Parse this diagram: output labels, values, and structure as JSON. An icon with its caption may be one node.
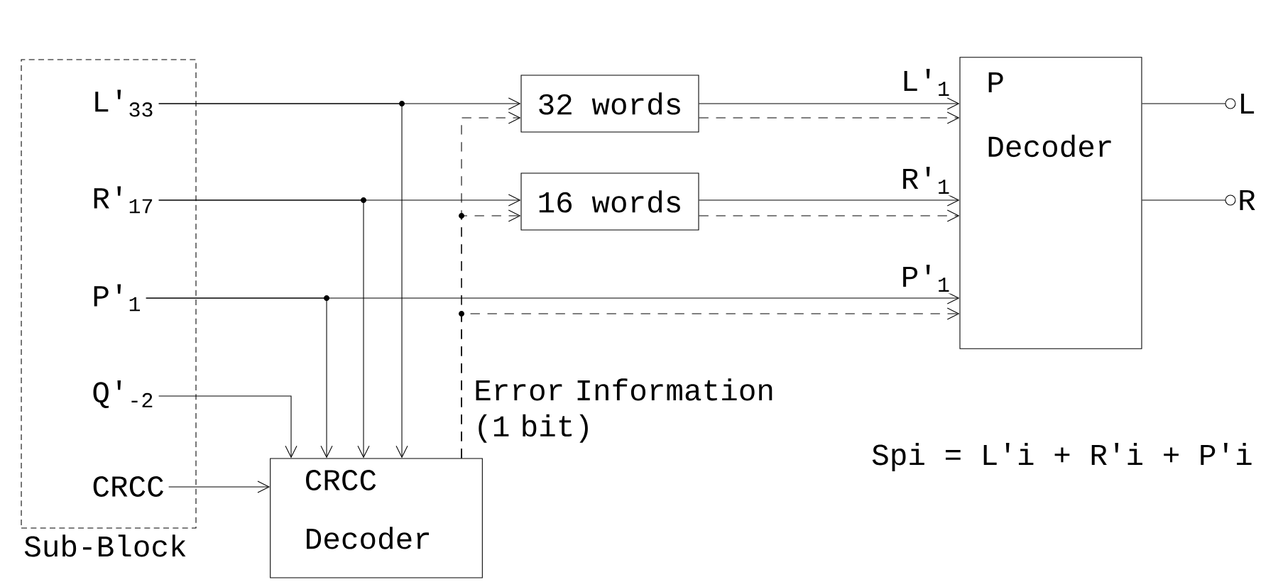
{
  "diagram": {
    "nodes": [
      {
        "text": [
          "Sub-Block"
        ]
      },
      {
        "text": [
          "L′$_{33}$"
        ],
        "in": 0
      },
      {
        "text": [
          "R′$_{17}$"
        ],
        "in": 0
      },
      {
        "text": [
          "P′$_{1}$"
        ],
        "in": 0
      },
      {
        "text": [
          "Q′$_{-2}$"
        ],
        "in": 0
      },
      {
        "text": [
          "CRCC"
        ],
        "in": 0
      },
      {
        "text": [
          "CRCC Decoder"
        ]
      },
      {
        "text": [
          "32 words"
        ]
      },
      {
        "text": [
          "16 words"
        ]
      },
      {
        "text": [
          "P Decoder"
        ]
      },
      {
        "text": [
          "L"
        ]
      },
      {
        "text": [
          "R"
        ]
      }
    ],
    "edges": [
      {
        "from": 1,
        "to": 7,
        "arrow": "to"
      },
      {
        "from": 1,
        "to": 6,
        "arrow": "to"
      },
      {
        "from": 2,
        "to": 8,
        "arrow": "to"
      },
      {
        "from": 2,
        "to": 6,
        "arrow": "to"
      },
      {
        "from": 3,
        "to": 9,
        "arrow": "to",
        "label": "P′$_{1}$"
      },
      {
        "from": 3,
        "to": 6,
        "arrow": "to"
      },
      {
        "from": 4,
        "to": 6,
        "arrow": "to"
      },
      {
        "from": 5,
        "to": 6,
        "arrow": "to"
      },
      {
        "from": 7,
        "to": 9,
        "arrow": "to",
        "label": "L′$_{1}$"
      },
      {
        "from": 8,
        "to": 9,
        "arrow": "to",
        "label": "R′$_{1}$"
      },
      {
        "from": 6,
        "to": 7,
        "arrow": "to",
        "style": "dashed"
      },
      {
        "from": 6,
        "to": 8,
        "arrow": "to",
        "style": "dashed"
      },
      {
        "from": 6,
        "to": 9,
        "arrow": "to",
        "style": "dashed"
      },
      {
        "from": 7,
        "to": 9,
        "arrow": "to",
        "style": "dashed"
      },
      {
        "from": 8,
        "to": 9,
        "arrow": "to",
        "style": "dashed"
      },
      {
        "from": 9,
        "to": 10,
        "arrow": "none"
      },
      {
        "from": 9,
        "to": 11,
        "arrow": "none"
      }
    ],
    "labels": [
      "Error Information (1 bit)",
      "Spi = L′i + R′i + P′i"
    ]
  }
}
